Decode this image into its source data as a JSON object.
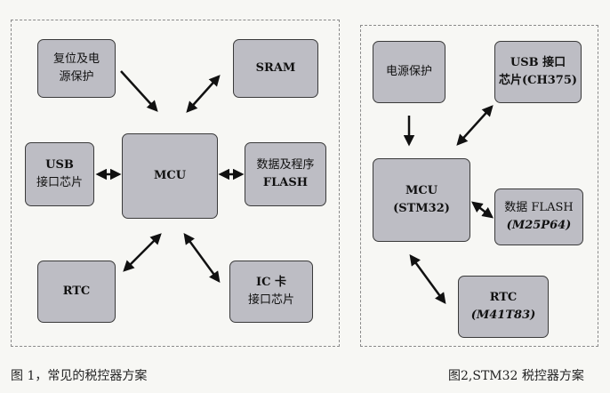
{
  "figure1": {
    "caption": "图 1，常见的税控器方案",
    "reset_power": [
      "复位及电",
      "源保护"
    ],
    "sram": "SRAM",
    "usb": [
      "USB",
      "接口芯片"
    ],
    "mcu": "MCU",
    "data_flash": [
      "数据及程序",
      "FLASH"
    ],
    "rtc": "RTC",
    "ic_card": [
      "IC 卡",
      "接口芯片"
    ]
  },
  "figure2": {
    "caption": "图2,STM32 税控器方案",
    "power": "电源保护",
    "usb": [
      "USB 接口",
      "芯片(CH375)"
    ],
    "mcu": [
      "MCU",
      "(STM32)"
    ],
    "flash": [
      "数据 FLASH",
      "(M25P64)"
    ],
    "rtc": [
      "RTC",
      "(M41T83)"
    ]
  }
}
